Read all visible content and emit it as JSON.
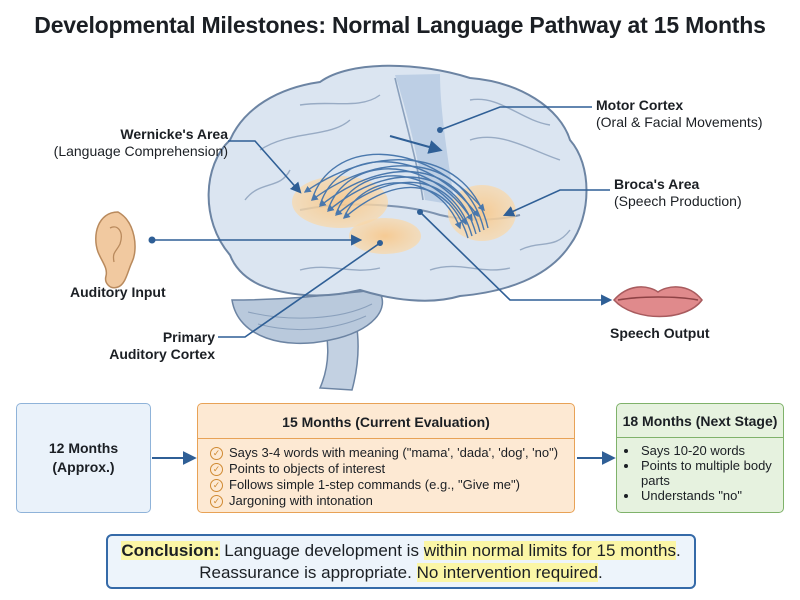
{
  "title": "Developmental Milestones: Normal Language Pathway at 15 Months",
  "labels": {
    "wernicke": {
      "name": "Wernicke's Area",
      "desc": "(Language Comprehension)"
    },
    "motor": {
      "name": "Motor Cortex",
      "desc": "(Oral & Facial Movements)"
    },
    "broca": {
      "name": "Broca's Area",
      "desc": "(Speech Production)"
    },
    "auditory_input": "Auditory Input",
    "primary_auditory": {
      "line1": "Primary",
      "line2": "Auditory Cortex"
    },
    "speech_output": "Speech Output"
  },
  "stages": {
    "m12": {
      "line1": "12 Months",
      "line2": "(Approx.)"
    },
    "m15": {
      "title": "15 Months (Current Evaluation)",
      "items": [
        "Says 3-4 words with meaning (\"mama', 'dada', 'dog', 'no\")",
        "Points to objects of interest",
        "Follows simple 1-step commands (e.g., \"Give me\")",
        "Jargoning with intonation"
      ]
    },
    "m18": {
      "title": "18 Months (Next Stage)",
      "items": [
        "Says 10-20 words",
        "Points to multiple body parts",
        "Understands \"no\""
      ]
    }
  },
  "conclusion": {
    "label": "Conclusion:",
    "text1": " Language development is ",
    "hl1": "within normal limits for 15 months",
    "dot1": ".",
    "text2": "Reassurance is appropriate. ",
    "hl2": "No intervention required",
    "dot2": "."
  },
  "colors": {
    "accent_blue": "#356aa8",
    "orange": "#e8a256",
    "green": "#7fb26a",
    "highlight": "#fbf6a6"
  }
}
